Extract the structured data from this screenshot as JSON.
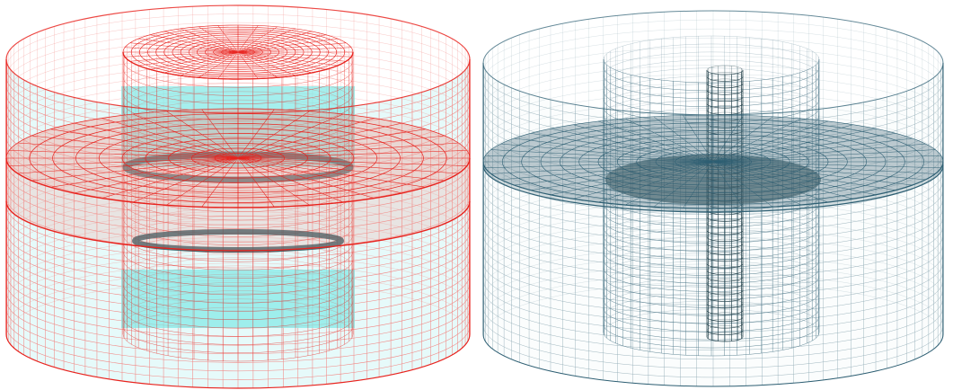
{
  "figures": [
    {
      "id": "left",
      "description_key": "mesh-cylinder-red",
      "mesh_color": "#e8231e",
      "fill_color": "#7fe8e6",
      "dark_color": "#1f4b52"
    },
    {
      "id": "right",
      "description_key": "mesh-cylinder-blue",
      "mesh_color": "#2e5f73",
      "fill_color": "#e9f4f6",
      "dark_color": "#173640"
    }
  ]
}
